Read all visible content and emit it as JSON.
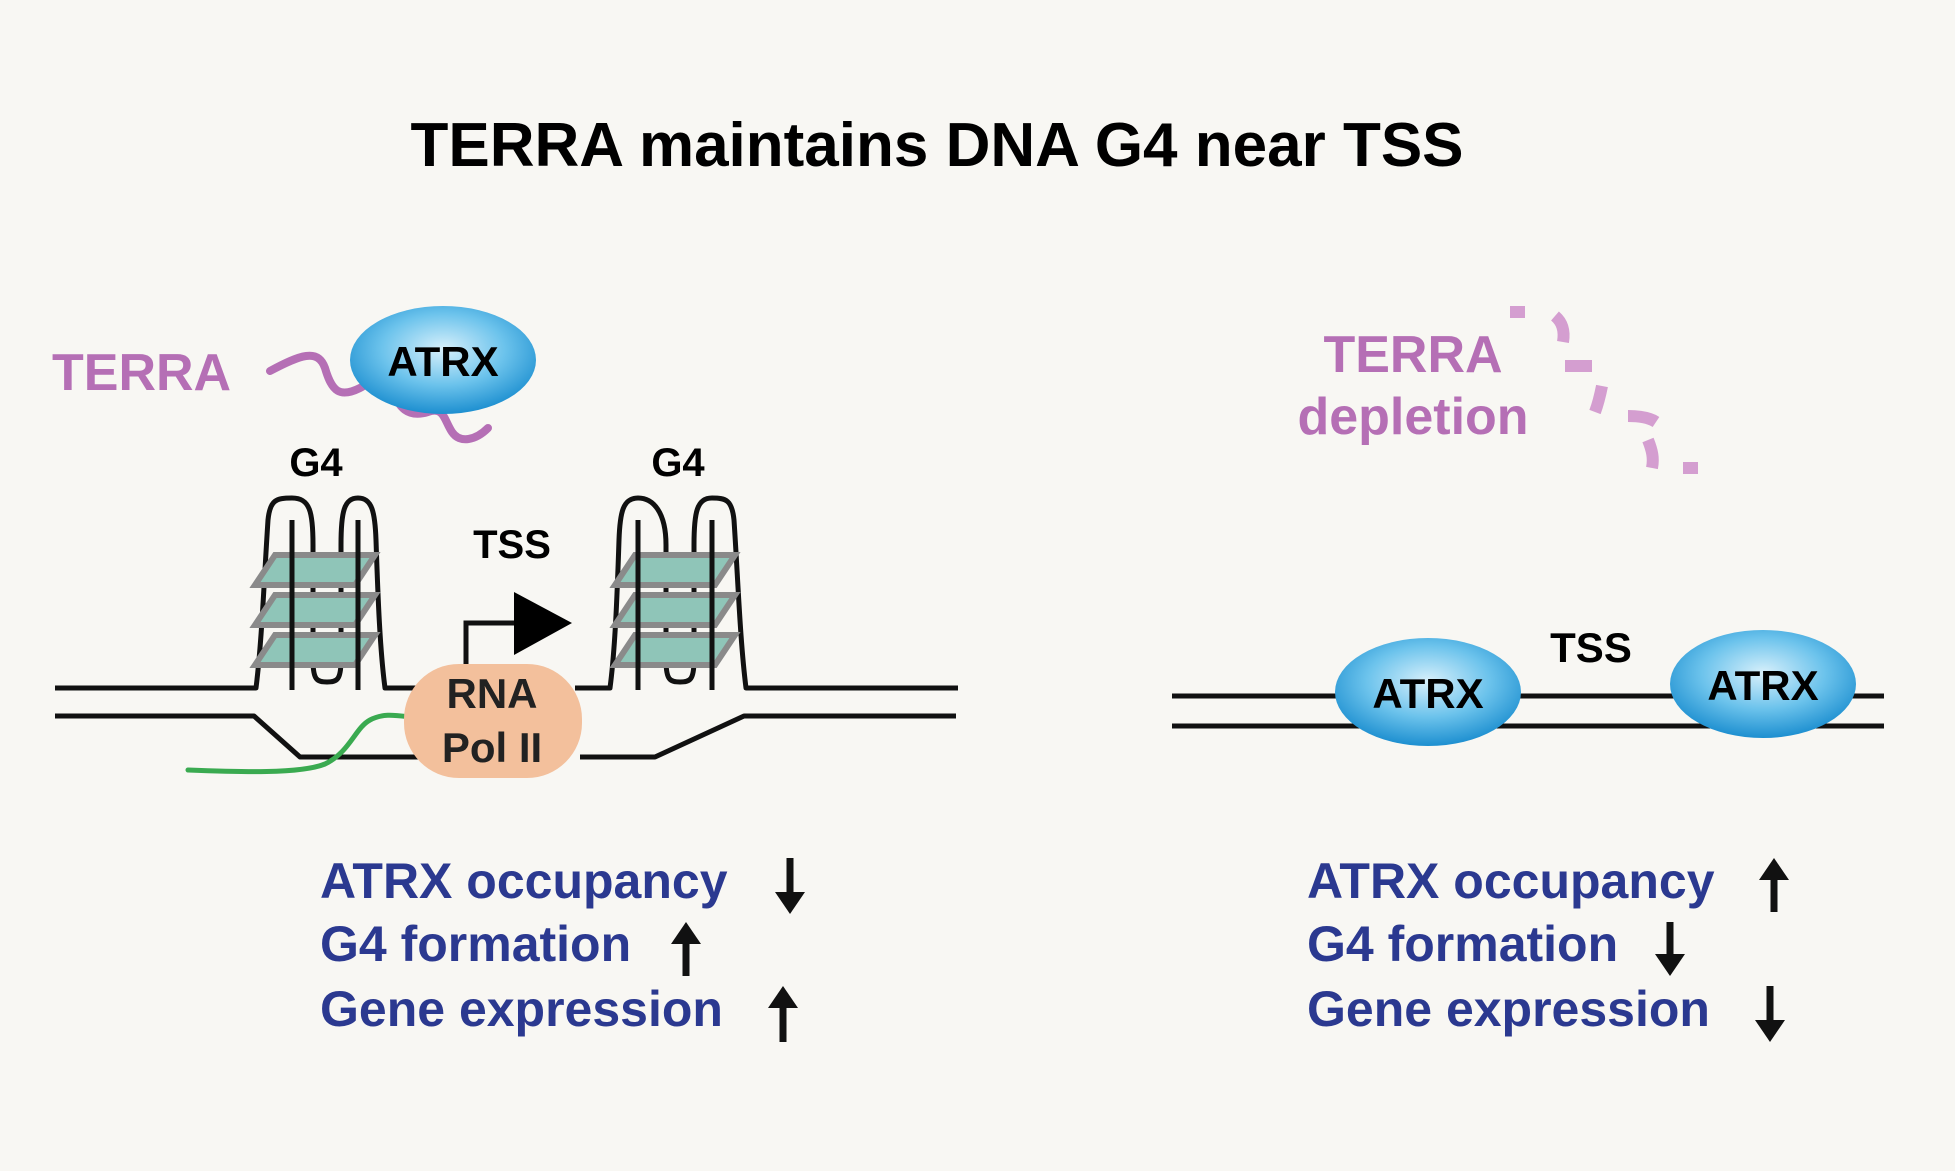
{
  "title": "TERRA maintains DNA G4 near TSS",
  "left": {
    "terra_label": "TERRA",
    "atrx_label": "ATRX",
    "g4_label_1": "G4",
    "g4_label_2": "G4",
    "tss_label": "TSS",
    "pol_line1": "RNA",
    "pol_line2": "Pol II",
    "effects": [
      {
        "text": "ATRX occupancy",
        "direction": "down"
      },
      {
        "text": "G4 formation",
        "direction": "up"
      },
      {
        "text": "Gene expression",
        "direction": "up"
      }
    ]
  },
  "right": {
    "terra_line1": "TERRA",
    "terra_line2": "depletion",
    "tss_label": "TSS",
    "atrx_label_1": "ATRX",
    "atrx_label_2": "ATRX",
    "effects": [
      {
        "text": "ATRX occupancy",
        "direction": "up"
      },
      {
        "text": "G4 formation",
        "direction": "down"
      },
      {
        "text": "Gene expression",
        "direction": "down"
      }
    ]
  },
  "colors": {
    "terra": "#b56fb5",
    "terra_faded": "#d49ed0",
    "atrx_center": "#bfe4f7",
    "atrx_edge": "#1d9ad6",
    "pol2": "#f3c09c",
    "g4_plate": "#8fc5b8",
    "transcript": "#3aaa50",
    "effect_text": "#2b3990",
    "line": "#111111"
  }
}
